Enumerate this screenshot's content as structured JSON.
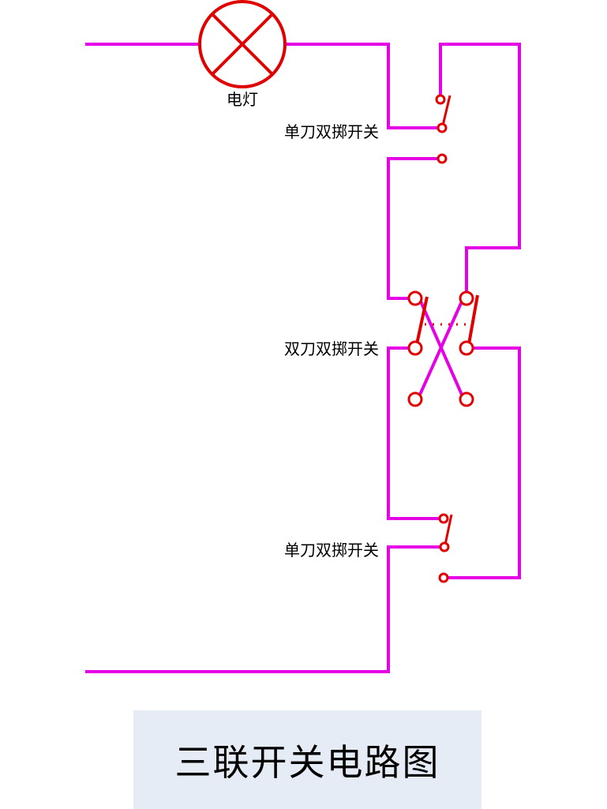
{
  "labels": {
    "lamp": "电灯",
    "switch_top": "单刀双掷开关",
    "switch_middle": "双刀双掷开关",
    "switch_bottom": "单刀双掷开关"
  },
  "title": "三联开关电路图",
  "colors": {
    "wire": "#e600e6",
    "component": "#e00000",
    "title_background": "#e6ecf5",
    "text": "#000000"
  }
}
